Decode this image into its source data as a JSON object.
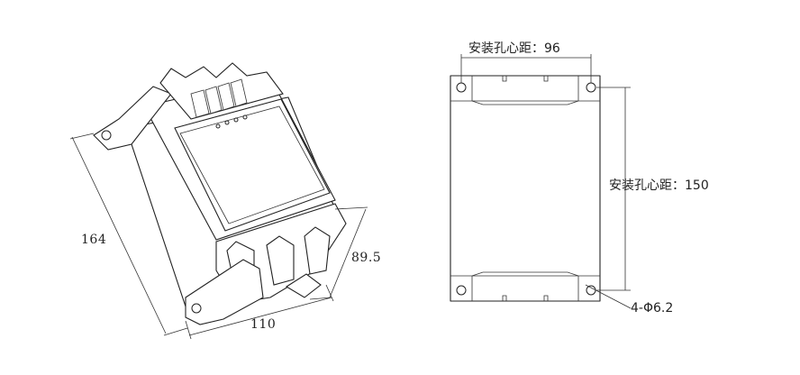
{
  "dimensions": {
    "height": "164",
    "depth": "89.5",
    "width": "110",
    "mount_width": "安装孔心距：96",
    "mount_height": "安装孔心距：150",
    "holes": "4-Φ6.2"
  }
}
